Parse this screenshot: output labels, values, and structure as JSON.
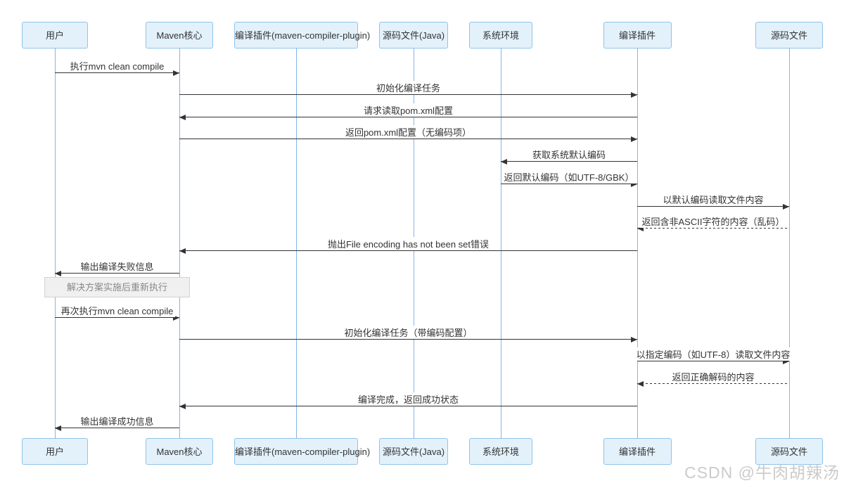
{
  "diagram": {
    "type": "sequence",
    "actors": [
      {
        "label": "用户"
      },
      {
        "label": "Maven核心"
      },
      {
        "label": "编译插件(maven-compiler-plugin)"
      },
      {
        "label": "源码文件(Java)"
      },
      {
        "label": "系统环境"
      },
      {
        "label": "编译插件"
      },
      {
        "label": "源码文件"
      }
    ],
    "messages": [
      {
        "kind": "message",
        "from": 0,
        "to": 1,
        "style": "solid",
        "text": "执行mvn clean compile"
      },
      {
        "kind": "message",
        "from": 1,
        "to": 5,
        "style": "solid",
        "text": "初始化编译任务"
      },
      {
        "kind": "message",
        "from": 5,
        "to": 1,
        "style": "solid",
        "text": "请求读取pom.xml配置"
      },
      {
        "kind": "message",
        "from": 1,
        "to": 5,
        "style": "solid",
        "text": "返回pom.xml配置（无编码项）"
      },
      {
        "kind": "message",
        "from": 5,
        "to": 4,
        "style": "solid",
        "text": "获取系统默认编码"
      },
      {
        "kind": "message",
        "from": 4,
        "to": 5,
        "style": "solid",
        "text": "返回默认编码（如UTF-8/GBK）"
      },
      {
        "kind": "message",
        "from": 5,
        "to": 6,
        "style": "solid",
        "text": "以默认编码读取文件内容"
      },
      {
        "kind": "message",
        "from": 6,
        "to": 5,
        "style": "dashed",
        "text": "返回含非ASCII字符的内容（乱码）"
      },
      {
        "kind": "message",
        "from": 5,
        "to": 1,
        "style": "solid",
        "text": "抛出File encoding has not been set错误"
      },
      {
        "kind": "message",
        "from": 1,
        "to": 0,
        "style": "solid",
        "text": "输出编译失败信息"
      },
      {
        "kind": "note",
        "over": [
          0,
          1
        ],
        "text": "解决方案实施后重新执行"
      },
      {
        "kind": "message",
        "from": 0,
        "to": 1,
        "style": "solid",
        "text": "再次执行mvn clean compile"
      },
      {
        "kind": "message",
        "from": 1,
        "to": 5,
        "style": "solid",
        "text": "初始化编译任务（带编码配置）"
      },
      {
        "kind": "message",
        "from": 5,
        "to": 6,
        "style": "solid",
        "text": "以指定编码（如UTF-8）读取文件内容"
      },
      {
        "kind": "message",
        "from": 6,
        "to": 5,
        "style": "dashed",
        "text": "返回正确解码的内容"
      },
      {
        "kind": "message",
        "from": 5,
        "to": 1,
        "style": "solid",
        "text": "编译完成，返回成功状态"
      },
      {
        "kind": "message",
        "from": 1,
        "to": 0,
        "style": "solid",
        "text": "输出编译成功信息"
      }
    ],
    "colors": {
      "actor_fill": "#E3F1FB",
      "actor_border": "#8FC3E8",
      "lifeline": "#86B5E6",
      "arrow": "#333333",
      "note_fill": "#F0F0F0",
      "note_border": "#D2D2D2",
      "note_text": "#888888",
      "message_text": "#333333"
    }
  },
  "watermark": {
    "text": "CSDN @牛肉胡辣汤",
    "color": "#CBCBCB"
  }
}
